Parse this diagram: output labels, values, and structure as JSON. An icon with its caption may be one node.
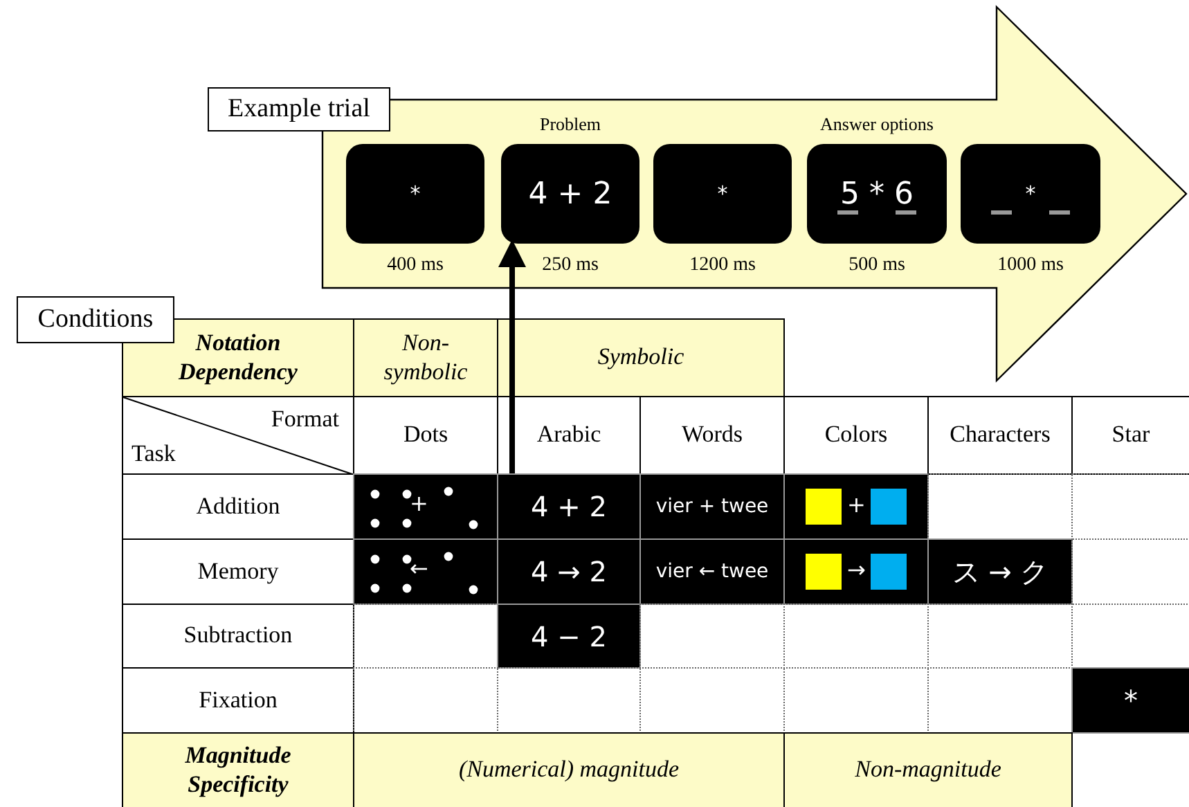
{
  "diagram": {
    "nodes": [
      {
        "text": [
          "Example trial"
        ]
      },
      {
        "text": [
          "*"
        ],
        "in": 0,
        "beside": [
          "400 ms"
        ]
      },
      {
        "text": [
          "4 + 2"
        ],
        "in": 0,
        "beside": [
          "Problem",
          "250 ms"
        ]
      },
      {
        "text": [
          "*"
        ],
        "in": 0,
        "beside": [
          "1200 ms"
        ]
      },
      {
        "text": [
          "5 * 6"
        ],
        "in": 0,
        "beside": [
          "Answer options",
          "500 ms"
        ]
      },
      {
        "text": [
          "*"
        ],
        "in": 0,
        "beside": [
          "1000 ms"
        ]
      },
      {
        "text": [
          "4 + 2"
        ]
      }
    ],
    "edges": [
      {
        "from": 6,
        "to": 2,
        "arrow": "to"
      }
    ],
    "labels": [
      "Conditions",
      "Notation Dependency",
      "Non-symbolic",
      "Symbolic",
      "Format",
      "Task",
      "Dots",
      "Arabic",
      "Words",
      "Colors",
      "Characters",
      "Star",
      "Addition",
      "+",
      "vier + twee",
      "+",
      "Memory",
      "←",
      "4 → 2",
      "vier ← twee",
      "→",
      "ス → ク",
      "Subtraction",
      "4 − 2",
      "Fixation",
      "*",
      "Magnitude Specificity",
      "(Numerical) magnitude",
      "Non-magnitude"
    ]
  }
}
